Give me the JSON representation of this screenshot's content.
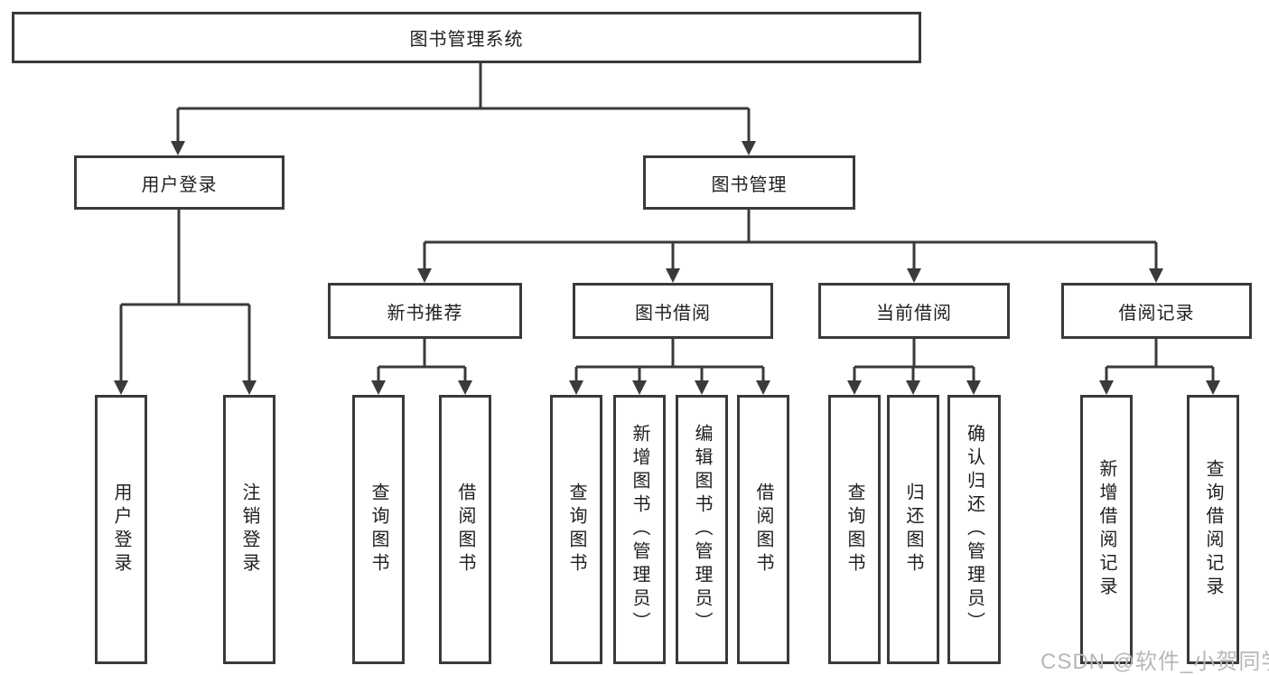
{
  "diagram": {
    "title": "图书管理系统",
    "root": {
      "label": "图书管理系统"
    },
    "level2": [
      {
        "label": "用户登录"
      },
      {
        "label": "图书管理"
      }
    ],
    "level3": [
      {
        "label": "新书推荐"
      },
      {
        "label": "图书借阅"
      },
      {
        "label": "当前借阅"
      },
      {
        "label": "借阅记录"
      }
    ],
    "leaves": {
      "user_login": [
        "用户登录",
        "注销登录"
      ],
      "new_book_recommend": [
        "查询图书",
        "借阅图书"
      ],
      "book_borrowing": [
        "查询图书",
        "新增图书（管理员）",
        "编辑图书（管理员）",
        "借阅图书"
      ],
      "current_borrowing": [
        "查询图书",
        "归还图书",
        "确认归还（管理员）"
      ],
      "borrowing_records": [
        "新增借阅记录",
        "查询借阅记录"
      ]
    },
    "watermark": "CSDN @软件_小贺同学",
    "colors": {
      "line": "#3a3a3a",
      "text": "#1f1f1f",
      "background": "#ffffff",
      "watermark": "#b7b7b7"
    }
  }
}
